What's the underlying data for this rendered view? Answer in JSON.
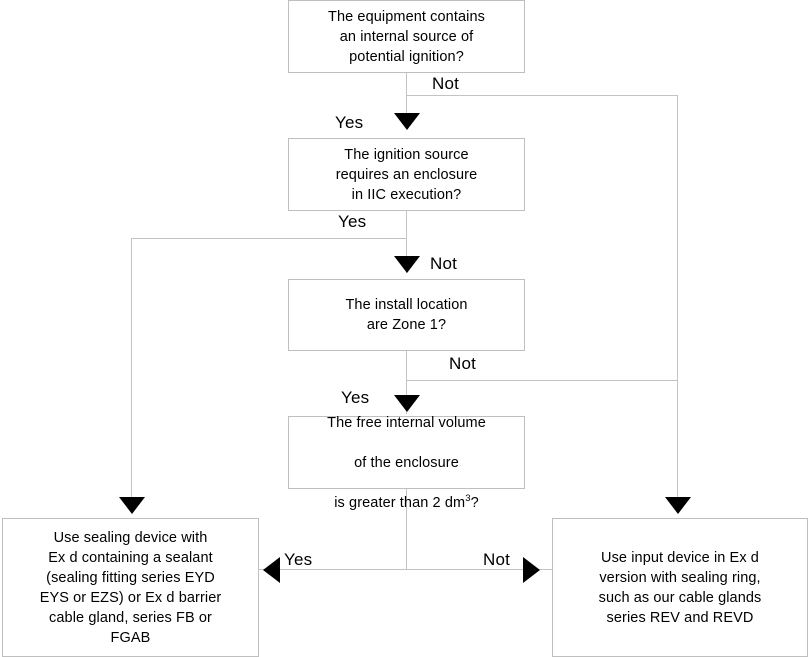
{
  "diagram": {
    "title": "Ex d sealing device selection flowchart",
    "accent_color": "#000000",
    "box_border_color": "#bfbfbf",
    "connector_color": "#c3c3c3",
    "background": "#ffffff"
  },
  "nodes": {
    "q1": {
      "id": "q1",
      "type": "decision",
      "text": "The equipment contains\nan internal source of\npotential  ignition?"
    },
    "q2": {
      "id": "q2",
      "type": "decision",
      "text": "The ignition source\nrequires an enclosure\nin IIC execution?"
    },
    "q3": {
      "id": "q3",
      "type": "decision",
      "text": "The install location\nare Zone 1?"
    },
    "q4": {
      "id": "q4",
      "type": "decision",
      "line1": "The free internal volume",
      "line2": "of the enclosure",
      "line3_pre": "is greater than 2 dm",
      "line3_sup": "3",
      "line3_post": "?"
    },
    "result_left": {
      "id": "result-left",
      "type": "result",
      "text": "Use sealing device with\nEx d containing a sealant\n(sealing fitting series EYD\nEYS or EZS) or Ex d barrier\ncable gland, series FB or\nFGAB"
    },
    "result_right": {
      "id": "result-right",
      "type": "result",
      "text": "Use input device in Ex d\nversion with sealing ring,\nsuch as our cable glands\nseries REV and  REVD"
    }
  },
  "edges": [
    {
      "id": "q1-not",
      "from": "q1",
      "to": "result_right",
      "label": "Not"
    },
    {
      "id": "q1-yes",
      "from": "q1",
      "to": "q2",
      "label": "Yes"
    },
    {
      "id": "q2-yes",
      "from": "q2",
      "to": "result_left",
      "label": "Yes"
    },
    {
      "id": "q2-not",
      "from": "q2",
      "to": "q3",
      "label": "Not"
    },
    {
      "id": "q3-not",
      "from": "q3",
      "to": "result_right",
      "label": "Not"
    },
    {
      "id": "q3-yes",
      "from": "q3",
      "to": "q4",
      "label": "Yes"
    },
    {
      "id": "q4-yes",
      "from": "q4",
      "to": "result_left",
      "label": "Yes"
    },
    {
      "id": "q4-not",
      "from": "q4",
      "to": "result_right",
      "label": "Not"
    }
  ],
  "labels": {
    "q1_not": "Not",
    "q1_yes": "Yes",
    "q2_yes": "Yes",
    "q2_not": "Not",
    "q3_not": "Not",
    "q3_yes": "Yes",
    "q4_yes": "Yes",
    "q4_not": "Not"
  }
}
